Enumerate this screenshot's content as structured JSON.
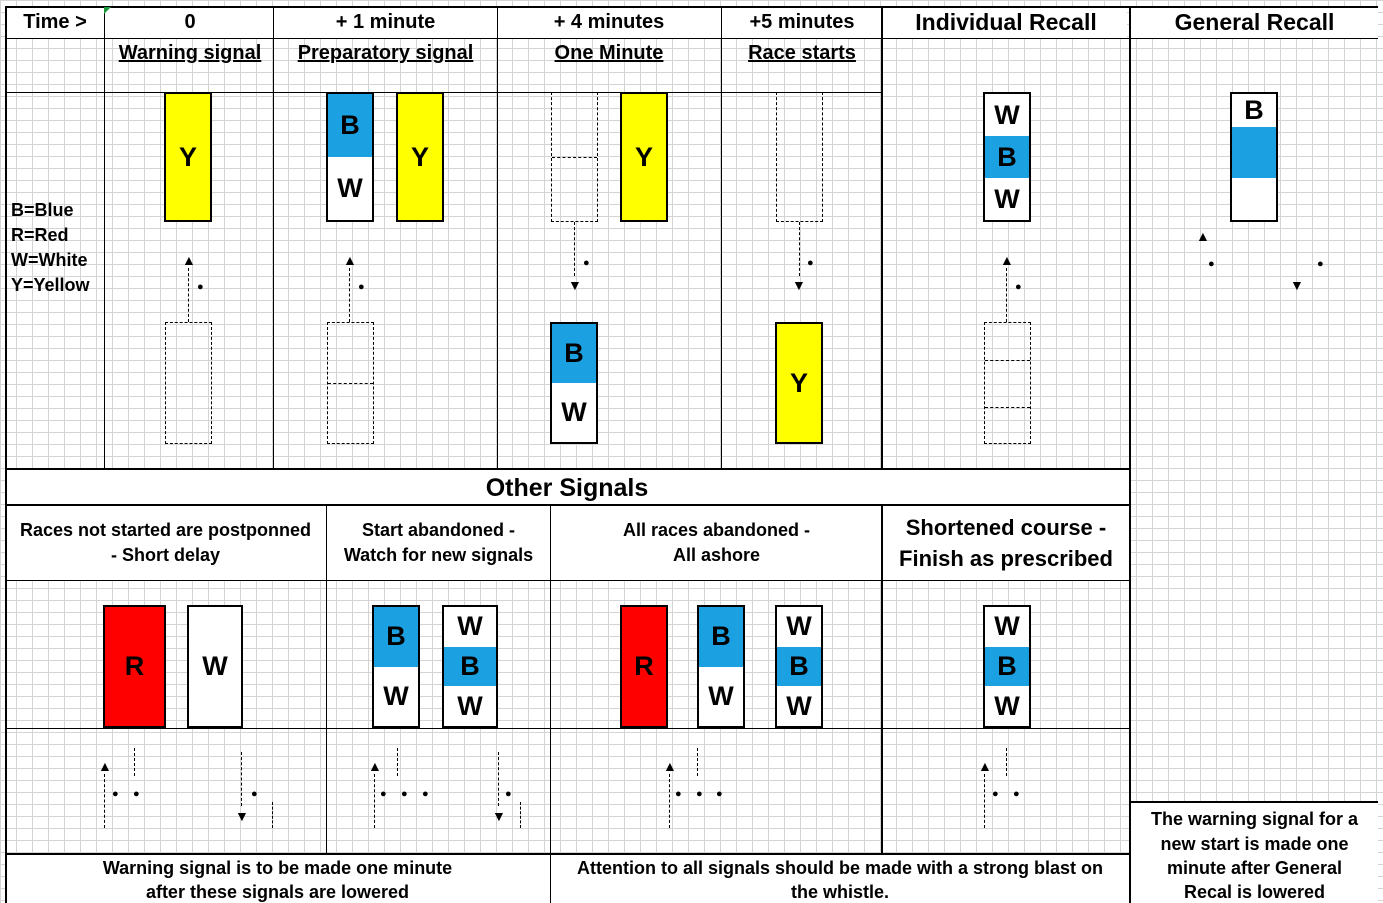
{
  "header": {
    "time_label": "Time >",
    "columns": [
      {
        "time": "0",
        "label": "Warning signal"
      },
      {
        "time": "+ 1 minute",
        "label": "Preparatory signal"
      },
      {
        "time": "+ 4 minutes",
        "label": "One Minute"
      },
      {
        "time": "+5 minutes",
        "label": "Race starts"
      }
    ],
    "individual_recall": "Individual Recall",
    "general_recall": "General Recall"
  },
  "legend": [
    "B=Blue",
    "R=Red",
    "W=White",
    "Y=Yellow"
  ],
  "flag_letters": {
    "blue": "B",
    "red": "R",
    "white": "W",
    "yellow": "Y"
  },
  "symbols": {
    "up_arrow": "▲",
    "down_arrow": "▼",
    "sound": "●"
  },
  "colors": {
    "blue": "#1ba1e2",
    "yellow": "#ffff00",
    "red": "#ff0000",
    "white": "#ffffff"
  },
  "other_signals": {
    "title": "Other Signals",
    "postponed": {
      "line1": "Races not started are postponned",
      "line2": "-  Short delay"
    },
    "start_abandoned": {
      "line1": "Start abandoned -",
      "line2": "Watch for new signals"
    },
    "all_abandoned": {
      "line1": "All races abandoned -",
      "line2": "All ashore"
    },
    "shortened": {
      "line1": "Shortened course -",
      "line2": "Finish as prescribed"
    }
  },
  "footer": {
    "warning_note": {
      "line1": "Warning signal is to be made one minute",
      "line2": "after these signals are lowered"
    },
    "attention_note": {
      "line1": "Attention to all signals should be made with a strong blast on",
      "line2": "the whistle."
    },
    "general_recall_note": [
      "The warning signal for a",
      "new start is made one",
      "minute after General",
      "Recal is lowered"
    ]
  }
}
